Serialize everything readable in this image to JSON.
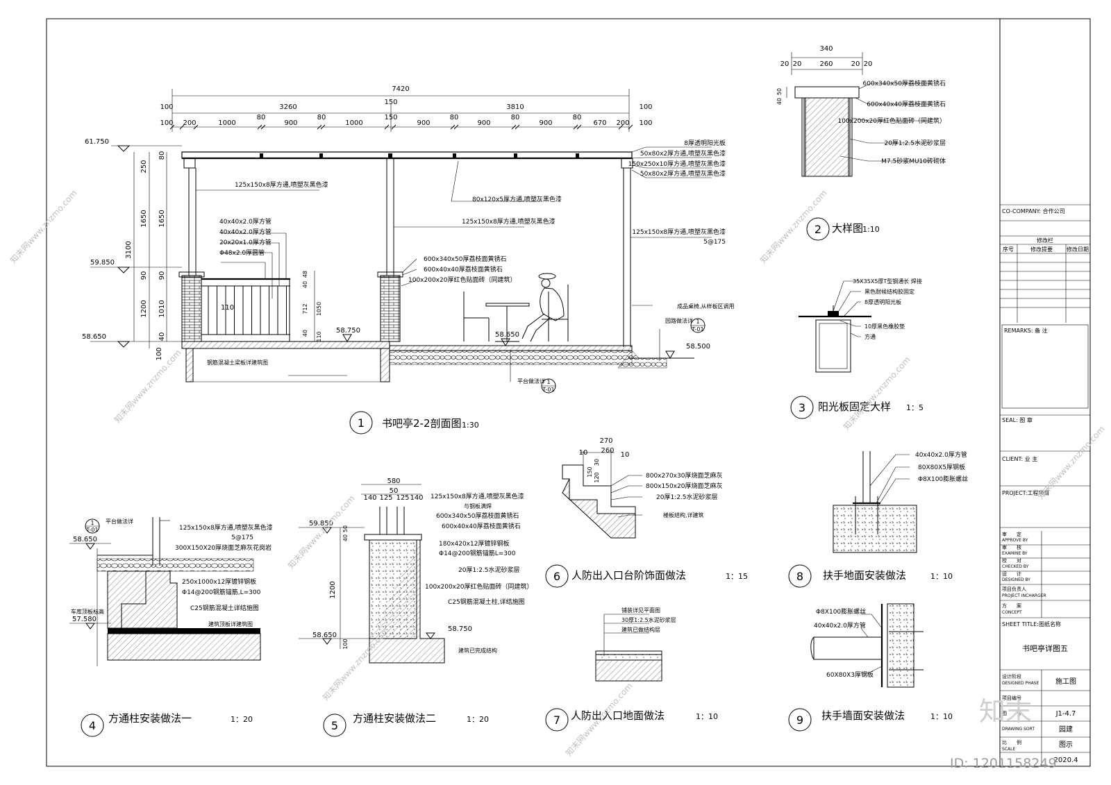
{
  "drawing": {
    "section1": {
      "title": "书吧亭2-2剖面图",
      "scale": "1:30",
      "num": "1",
      "dims_top": [
        "7420"
      ],
      "dims_mid": [
        "100",
        "3260",
        "150",
        "3810",
        "100"
      ],
      "dims_bot": [
        "100",
        "200",
        "1000",
        "80",
        "900",
        "80",
        "1000",
        "150",
        "900",
        "80",
        "900",
        "80",
        "900",
        "80",
        "670",
        "200",
        "100"
      ],
      "dims_left": [
        "250",
        "1650",
        "90",
        "1200",
        "100",
        "3100",
        "1010",
        "40",
        "90",
        "80",
        "1650"
      ],
      "elevations": [
        "61.750",
        "59.850",
        "58.650",
        "58.750",
        "58.650",
        "58.500"
      ],
      "labels_right": [
        "8厚透明阳光板",
        "50x80x2厚方通,喷塑灰黑色漆",
        "150x250x10厚方通,喷塑灰黑色漆",
        "50x80x2厚方通,喷塑灰黑色漆"
      ],
      "label_post1": "125x150x8厚方通,喷塑灰黑色漆",
      "label_beam": "80x120x5厚方通,喷塑灰黑色漆",
      "label_post2": "125x150x8厚方通,喷塑灰黑色漆",
      "label_post3": "125x150x8厚方通,喷塑灰黑色漆",
      "label_post3b": "5@175",
      "rail_labels": [
        "40x40x2.0厚方管",
        "40x40x2.0厚方管",
        "20x20x1.0厚方管",
        "Φ48x2.0厚圆管"
      ],
      "rail_dim": "110",
      "cap_labels": [
        "600x340x50厚荔枝面黄锈石",
        "600x40x40厚荔枝面黄锈石",
        "100x200x20厚红色贴面砖（同建筑）"
      ],
      "cap_dims": [
        "48",
        "40",
        "712",
        "1050",
        "40",
        "110"
      ],
      "furniture": "成品桌椅,从样板区调用",
      "ground_ref": "园路做法详",
      "platform_ref": "平台做法详",
      "ref_num": "1",
      "ref_sheet": "T-01",
      "slab": "钢筋混凝土梁板详建筑图"
    },
    "detail2": {
      "title": "大样图",
      "scale": "1:10",
      "num": "2",
      "dims": [
        "340",
        "20",
        "20",
        "260",
        "20",
        "20",
        "50",
        "40"
      ],
      "labels": [
        "600x340x50厚荔枝面黄锈石",
        "600x40x40厚荔枝面黄锈石",
        "100x200x20厚红色贴面砖（同建筑）",
        "20厚1:2.5水泥砂浆层",
        "M7.5砂浆MU10砖砌体"
      ]
    },
    "detail3": {
      "title": "阳光板固定大样",
      "scale": "1：5",
      "num": "3",
      "labels": [
        "35X35X5厚T型钢通长  焊接",
        "黑色耐候结构胶固定",
        "8厚透明阳光板",
        "10厚黑色橡胶垫",
        "方通"
      ]
    },
    "detail4": {
      "title": "方通柱安装做法一",
      "scale": "1：20",
      "num": "4",
      "ref": "平台做法详",
      "ref_num": "1",
      "ref_sheet": "T-01",
      "elevations": [
        "58.650",
        "57.580"
      ],
      "elev_label": "车库顶板标高",
      "labels": [
        "125x150x8厚方通,喷塑灰黑色漆",
        "5@175",
        "300X150X20厚烧面芝麻灰花岗岩",
        "250x1000x12厚镀锌钢板",
        "Φ14@200钢筋锚筋,L=300",
        "C25钢筋混凝土详结施图",
        "建筑顶板详建筑图"
      ]
    },
    "detail5": {
      "title": "方通柱安装做法二",
      "scale": "1：20",
      "num": "5",
      "dims_top": [
        "580",
        "50",
        "140",
        "125",
        "125",
        "140"
      ],
      "dims_left": [
        "50",
        "40",
        "1200",
        "100"
      ],
      "elevations": [
        "59.850",
        "58.650",
        "58.750"
      ],
      "labels": [
        "125x150x8厚方通,喷塑灰黑色漆",
        "与钢板满焊",
        "600x340x50厚荔枝面黄锈石",
        "600x40x40厚荔枝面黄锈石",
        "180x420x12厚镀锌钢板",
        "Φ14@200钢筋锚筋L=300",
        "20厚1:2.5水泥砂浆层",
        "100x200x20厚红色贴面砖（同建筑）",
        "C25钢筋混凝土柱,详结施图",
        "建筑已完成结构"
      ]
    },
    "detail6": {
      "title": "人防出入口台阶饰面做法",
      "scale": "1：15",
      "num": "6",
      "dims": [
        "270",
        "10",
        "260",
        "10",
        "30",
        "120",
        "150"
      ],
      "labels": [
        "800x270x30厚烧面芝麻灰",
        "800x150x20厚烧面芝麻灰",
        "20厚1:2.5水泥砂浆层",
        "楼板结构,详建筑"
      ]
    },
    "detail7": {
      "title": "人防出入口地面做法",
      "scale": "1：10",
      "num": "7",
      "labels": [
        "铺装详见平面图",
        "30厚1:2.5水泥砂浆层",
        "建筑已做结构层"
      ]
    },
    "detail8": {
      "title": "扶手地面安装做法",
      "scale": "1：10",
      "num": "8",
      "labels": [
        "40x40x2.0厚方管",
        "80X80X5厚钢板",
        "Φ8X100膨胀螺丝"
      ]
    },
    "detail9": {
      "title": "扶手墙面安装做法",
      "scale": "1：10",
      "num": "9",
      "labels": [
        "Φ8X100膨胀螺丝",
        "40x40x2.0厚方管",
        "60X80X3厚钢板"
      ]
    }
  },
  "title_block": {
    "company": "CO-COMPANY: 合作公司",
    "revision_header": "修改栏",
    "rev_cols": [
      "序号",
      "修改提要",
      "修改日期"
    ],
    "remarks": "REMARKS: 备 注",
    "seal": "SEAL:   图 章",
    "client": "CLIENT:   业 主",
    "project": "PROJECT:工程项目",
    "roles": [
      {
        "cn": "审　　定",
        "en": "APPROVE BY"
      },
      {
        "cn": "审　　核",
        "en": "EXAMINE BY"
      },
      {
        "cn": "校　　对",
        "en": "CHECKED BY"
      },
      {
        "cn": "设　　计",
        "en": "DESIGNED BY"
      },
      {
        "cn": "项目负责人",
        "en": "PROJECT INCHARGER"
      },
      {
        "cn": "方　　案",
        "en": "CONCEPT"
      }
    ],
    "sheet_title_label": "SHEET TITLE:图纸名称",
    "sheet_title": "书吧亭详图五",
    "phase_cn": "设计阶段",
    "phase_en": "DESIGNED PHASE",
    "phase_value": "施工图",
    "project_no_label": "项目编号",
    "sheet_no_label": "图　　号",
    "sheet_no": "J1-4.7",
    "sort_label": "DRAWING SORT",
    "sort_value": "园建",
    "scale_label": "比　　例",
    "scale_en": "SCALE",
    "scale_value": "图示",
    "date_value": "2020.4"
  },
  "watermark": {
    "text": "知末网www.znzmo.com",
    "logo": "知末",
    "id": "ID: 1201158249"
  }
}
